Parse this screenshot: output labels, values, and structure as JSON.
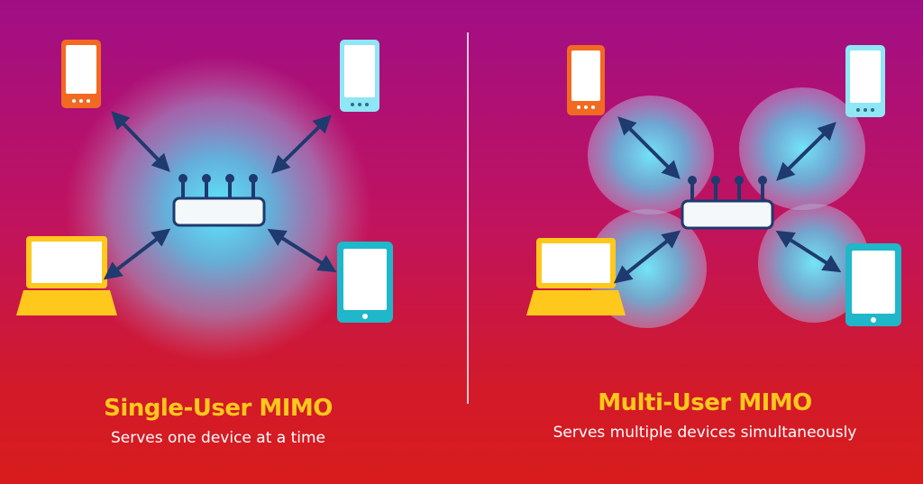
{
  "left_panel": {
    "title": "Single-User MIMO",
    "subtitle": "Serves one device at a time"
  },
  "right_panel": {
    "title": "Multi-User MIMO",
    "subtitle": "Serves multiple devices simultaneously"
  },
  "colors": {
    "title": "#ffc81c",
    "phone_left": "#f26a21",
    "phone_right": "#8fe6f5",
    "laptop": "#ffc81c",
    "tablet": "#1fb7c9",
    "router": "#f5f8fa",
    "arrow": "#1e3a6e",
    "glow": "#4fe0ff"
  },
  "icons": [
    "phone-icon",
    "laptop-icon",
    "tablet-icon",
    "router-icon",
    "double-arrow-icon"
  ]
}
